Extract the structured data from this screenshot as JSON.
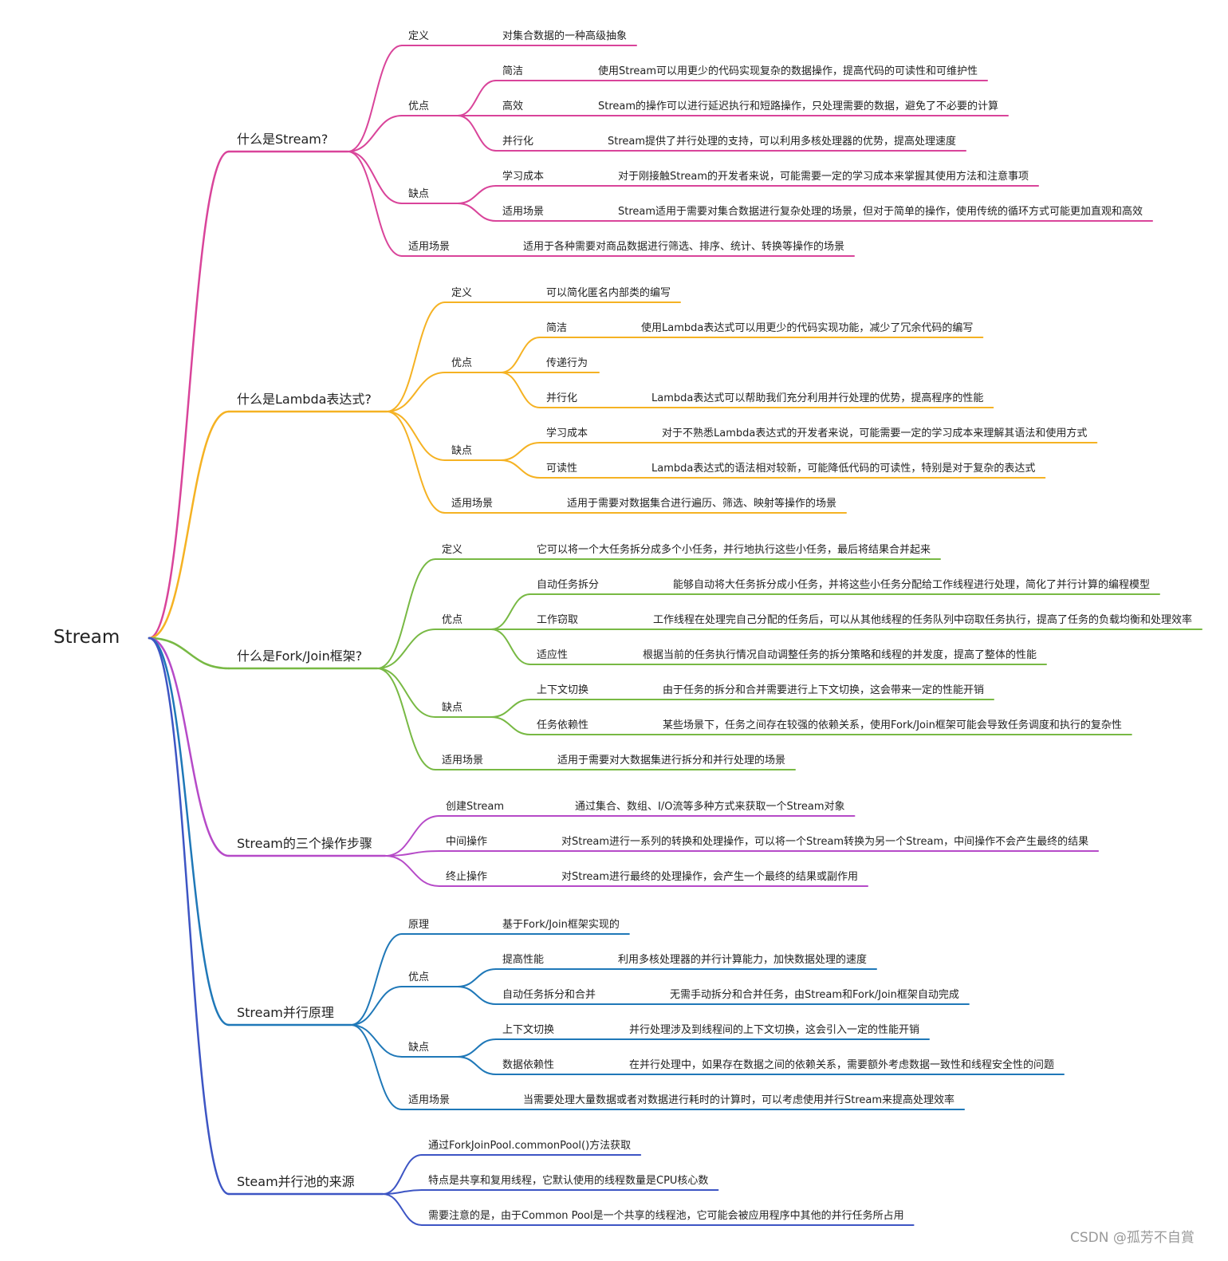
{
  "root": "Stream",
  "watermark": "CSDN @孤芳不自賞",
  "branches": [
    {
      "label": "什么是Stream?",
      "color": "#d9449a",
      "children": [
        {
          "label": "定义",
          "desc": "对集合数据的一种高级抽象"
        },
        {
          "label": "优点",
          "children": [
            {
              "label": "简洁",
              "desc": "使用Stream可以用更少的代码实现复杂的数据操作，提高代码的可读性和可维护性"
            },
            {
              "label": "高效",
              "desc": "Stream的操作可以进行延迟执行和短路操作，只处理需要的数据，避免了不必要的计算"
            },
            {
              "label": "并行化",
              "desc": "Stream提供了并行处理的支持，可以利用多核处理器的优势，提高处理速度"
            }
          ]
        },
        {
          "label": "缺点",
          "children": [
            {
              "label": "学习成本",
              "desc": "对于刚接触Stream的开发者来说，可能需要一定的学习成本来掌握其使用方法和注意事项"
            },
            {
              "label": "适用场景",
              "desc": "Stream适用于需要对集合数据进行复杂处理的场景，但对于简单的操作，使用传统的循环方式可能更加直观和高效"
            }
          ]
        },
        {
          "label": "适用场景",
          "desc": "适用于各种需要对商品数据进行筛选、排序、统计、转换等操作的场景"
        }
      ]
    },
    {
      "label": "什么是Lambda表达式?",
      "color": "#f5b223",
      "children": [
        {
          "label": "定义",
          "desc": "可以简化匿名内部类的编写"
        },
        {
          "label": "优点",
          "children": [
            {
              "label": "简洁",
              "desc": "使用Lambda表达式可以用更少的代码实现功能，减少了冗余代码的编写"
            },
            {
              "label": "传递行为",
              "desc": ""
            },
            {
              "label": "并行化",
              "desc": "Lambda表达式可以帮助我们充分利用并行处理的优势，提高程序的性能"
            }
          ]
        },
        {
          "label": "缺点",
          "children": [
            {
              "label": "学习成本",
              "desc": "对于不熟悉Lambda表达式的开发者来说，可能需要一定的学习成本来理解其语法和使用方式"
            },
            {
              "label": "可读性",
              "desc": "Lambda表达式的语法相对较新，可能降低代码的可读性，特别是对于复杂的表达式"
            }
          ]
        },
        {
          "label": "适用场景",
          "desc": "适用于需要对数据集合进行遍历、筛选、映射等操作的场景"
        }
      ]
    },
    {
      "label": "什么是Fork/Join框架?",
      "color": "#78b944",
      "children": [
        {
          "label": "定义",
          "desc": "它可以将一个大任务拆分成多个小任务，并行地执行这些小任务，最后将结果合并起来"
        },
        {
          "label": "优点",
          "children": [
            {
              "label": "自动任务拆分",
              "desc": "能够自动将大任务拆分成小任务，并将这些小任务分配给工作线程进行处理，简化了并行计算的编程模型"
            },
            {
              "label": "工作窃取",
              "desc": "工作线程在处理完自己分配的任务后，可以从其他线程的任务队列中窃取任务执行，提高了任务的负载均衡和处理效率"
            },
            {
              "label": "适应性",
              "desc": "根据当前的任务执行情况自动调整任务的拆分策略和线程的并发度，提高了整体的性能"
            }
          ]
        },
        {
          "label": "缺点",
          "children": [
            {
              "label": "上下文切换",
              "desc": "由于任务的拆分和合并需要进行上下文切换，这会带来一定的性能开销"
            },
            {
              "label": "任务依赖性",
              "desc": "某些场景下，任务之间存在较强的依赖关系，使用Fork/Join框架可能会导致任务调度和执行的复杂性"
            }
          ]
        },
        {
          "label": "适用场景",
          "desc": "适用于需要对大数据集进行拆分和并行处理的场景"
        }
      ]
    },
    {
      "label": "Stream的三个操作步骤",
      "color": "#b64ac8",
      "children": [
        {
          "label": "创建Stream",
          "desc": "通过集合、数组、I/O流等多种方式来获取一个Stream对象"
        },
        {
          "label": "中间操作",
          "desc": "对Stream进行一系列的转换和处理操作，可以将一个Stream转换为另一个Stream，中间操作不会产生最终的结果"
        },
        {
          "label": "终止操作",
          "desc": "对Stream进行最终的处理操作，会产生一个最终的结果或副作用"
        }
      ]
    },
    {
      "label": "Stream并行原理",
      "color": "#1f78b8",
      "children": [
        {
          "label": "原理",
          "desc": "基于Fork/Join框架实现的"
        },
        {
          "label": "优点",
          "children": [
            {
              "label": "提高性能",
              "desc": "利用多核处理器的并行计算能力，加快数据处理的速度"
            },
            {
              "label": "自动任务拆分和合并",
              "desc": "无需手动拆分和合并任务，由Stream和Fork/Join框架自动完成"
            }
          ]
        },
        {
          "label": "缺点",
          "children": [
            {
              "label": "上下文切换",
              "desc": "并行处理涉及到线程间的上下文切换，这会引入一定的性能开销"
            },
            {
              "label": "数据依赖性",
              "desc": "在并行处理中，如果存在数据之间的依赖关系，需要额外考虑数据一致性和线程安全性的问题"
            }
          ]
        },
        {
          "label": "适用场景",
          "desc": "当需要处理大量数据或者对数据进行耗时的计算时，可以考虑使用并行Stream来提高处理效率"
        }
      ]
    },
    {
      "label": "Steam并行池的来源",
      "color": "#3d55c4",
      "children": [
        {
          "label": "通过ForkJoinPool.commonPool()方法获取"
        },
        {
          "label": "特点是共享和复用线程，它默认使用的线程数量是CPU核心数"
        },
        {
          "label": "需要注意的是，由于Common Pool是一个共享的线程池，它可能会被应用程序中其他的并行任务所占用"
        }
      ]
    }
  ]
}
